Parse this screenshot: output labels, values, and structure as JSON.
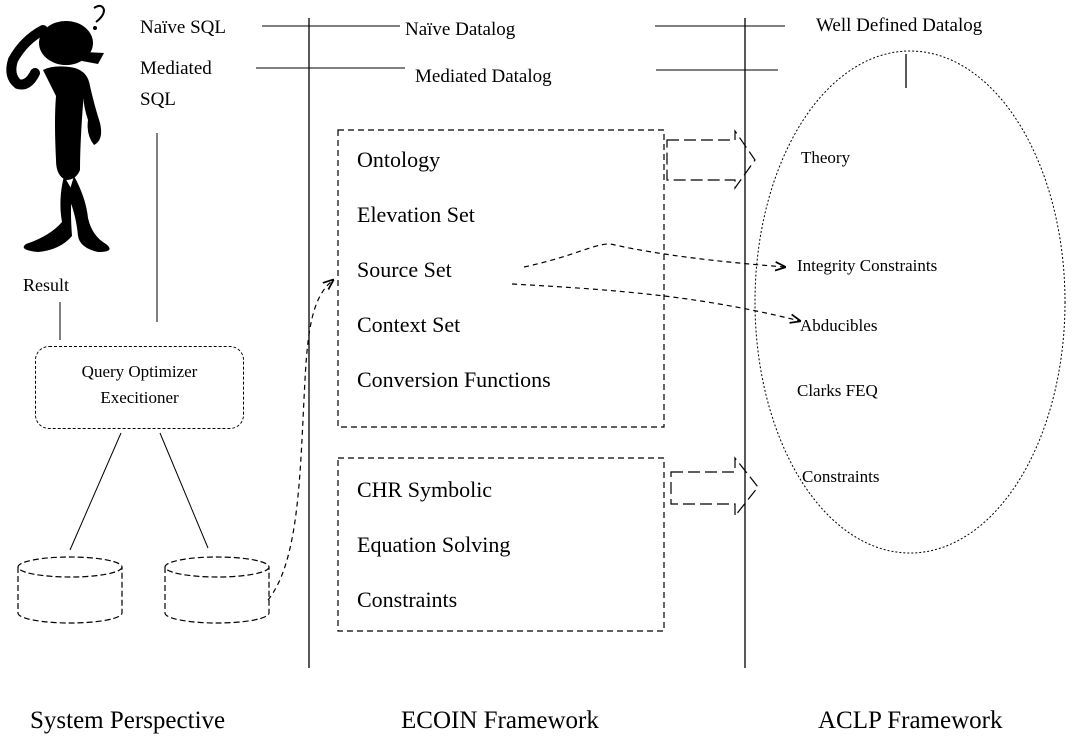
{
  "top": {
    "naive_sql": "Naïve SQL",
    "naive_datalog": "Naïve Datalog",
    "well_defined_datalog": "Well Defined Datalog",
    "mediated_sql_line1": "Mediated",
    "mediated_sql_line2": "SQL",
    "mediated_datalog": "Mediated Datalog"
  },
  "system": {
    "result": "Result",
    "optimizer_line1": "Query Optimizer",
    "optimizer_line2": "Execitioner"
  },
  "ecoin_box1": {
    "items": [
      "Ontology",
      "Elevation Set",
      "Source Set",
      "Context Set",
      "Conversion Functions"
    ]
  },
  "ecoin_box2": {
    "items": [
      "CHR Symbolic",
      "Equation Solving",
      "Constraints"
    ]
  },
  "aclp": {
    "items": [
      "Theory",
      "Integrity Constraints",
      "Abducibles",
      "Clarks FEQ",
      "Constraints"
    ]
  },
  "footer": {
    "system_perspective": "System Perspective",
    "ecoin_framework": "ECOIN Framework",
    "aclp_framework": "ACLP Framework"
  }
}
